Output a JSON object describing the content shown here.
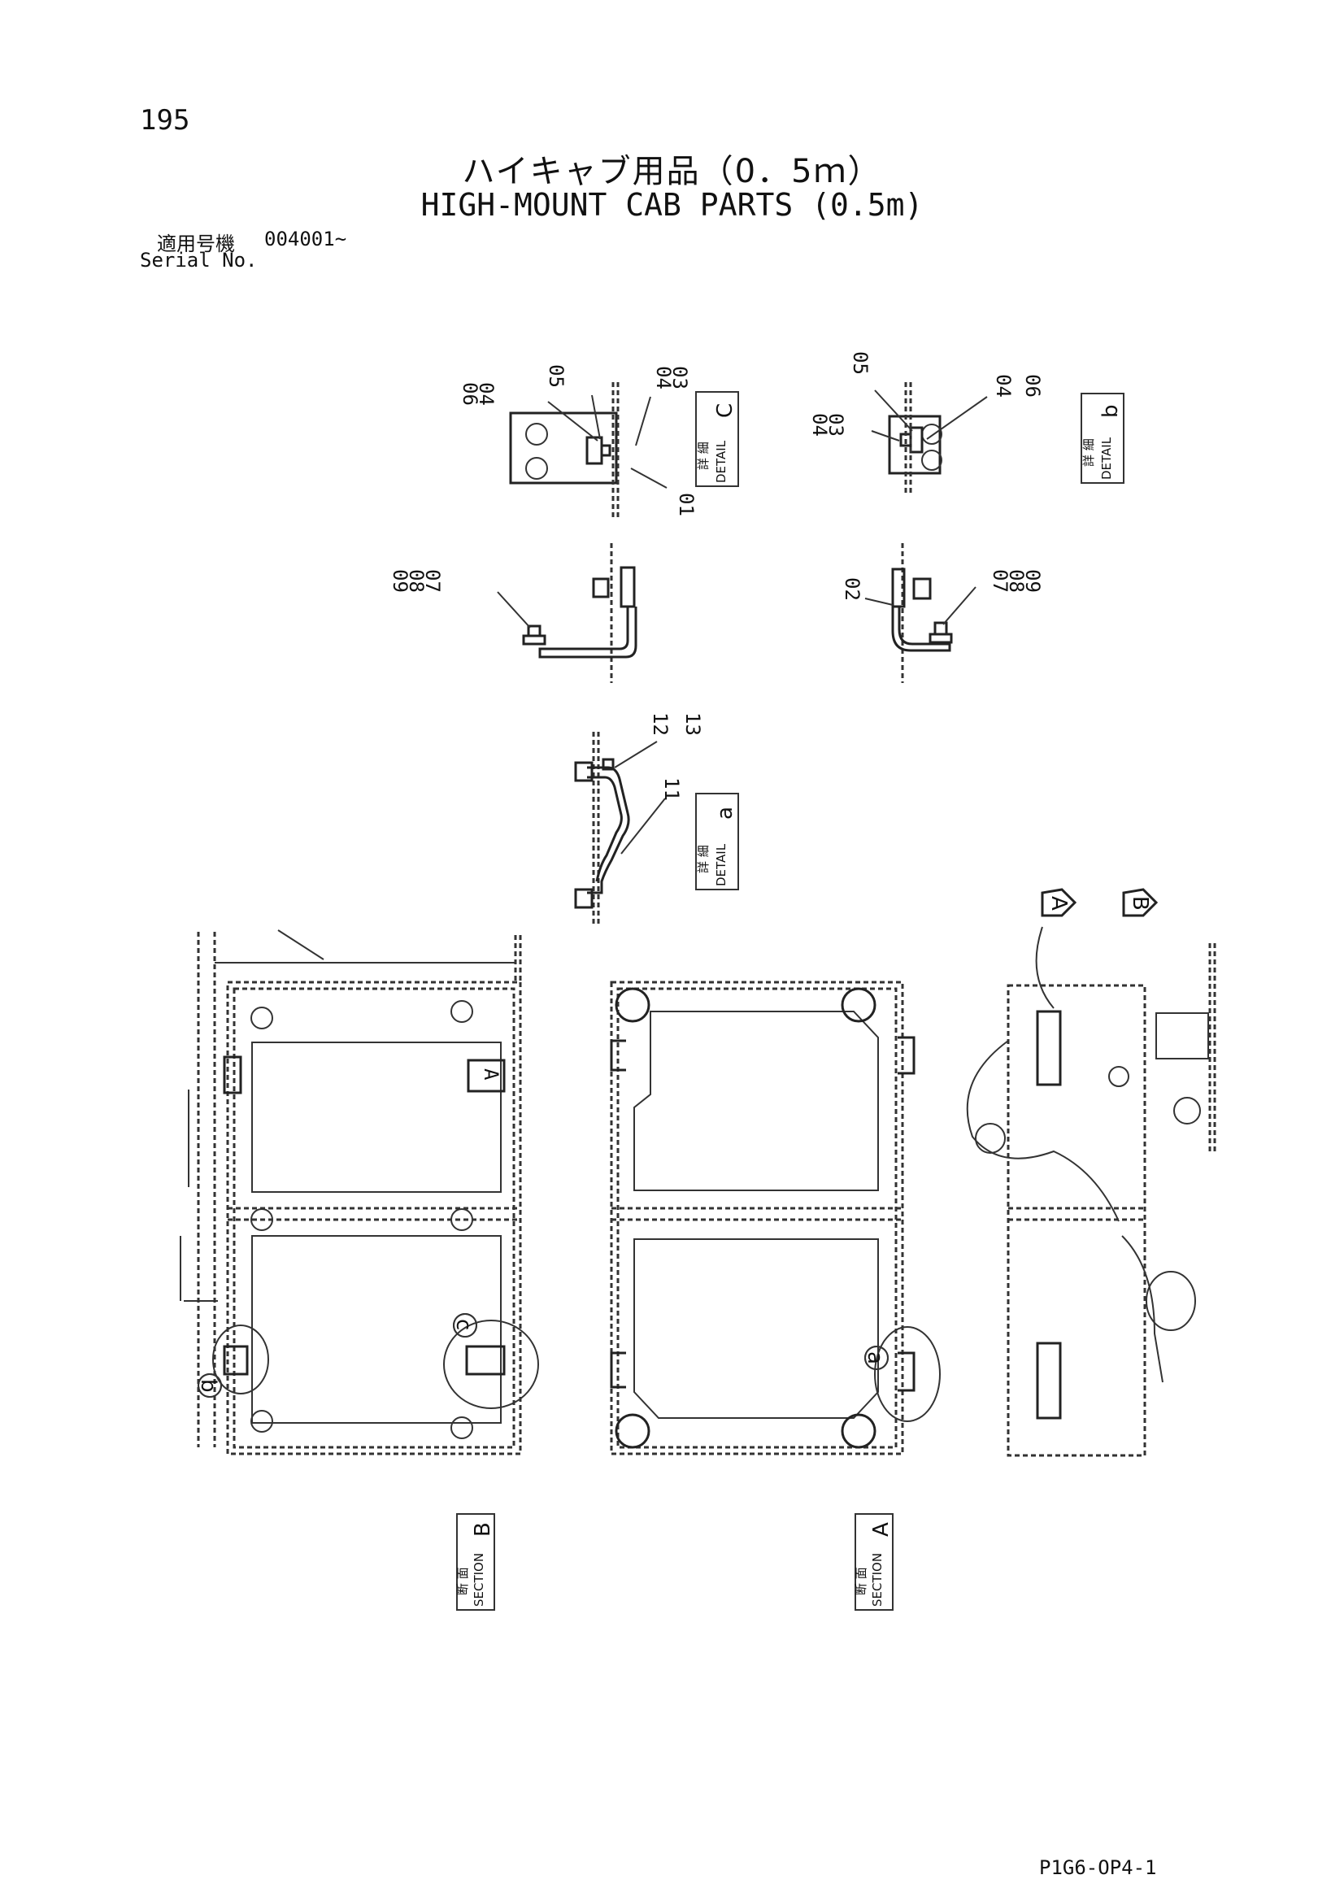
{
  "page_number": "195",
  "title_jp": "ハイキャブ用品（0．5ｍ）",
  "title_en": "HIGH-MOUNT CAB PARTS (0.5m)",
  "serial": {
    "label_jp": "適用号機",
    "value": "004001~",
    "label_en": "Serial No."
  },
  "footer_code": "P1G6-OP4-1",
  "detail_tags": {
    "c": {
      "jp": "詳 細",
      "en": "DETAIL",
      "letter": "C"
    },
    "b": {
      "jp": "詳 細",
      "en": "DETAIL",
      "letter": "b"
    },
    "a": {
      "jp": "詳 細",
      "en": "DETAIL",
      "letter": "a"
    }
  },
  "section_tags": {
    "b": {
      "jp": "断 面",
      "en": "SECTION",
      "letter": "B"
    },
    "a": {
      "jp": "断 面",
      "en": "SECTION",
      "letter": "A"
    }
  },
  "callouts": {
    "c": [
      "06",
      "04",
      "05",
      "04",
      "03",
      "01"
    ],
    "b": [
      "05",
      "04",
      "03",
      "04",
      "06"
    ],
    "lower_left": [
      "09",
      "08",
      "07"
    ],
    "lower_right": [
      "02",
      "07",
      "08",
      "09"
    ],
    "a": [
      "12",
      "13",
      "11"
    ]
  },
  "view_arrows": [
    "A",
    "B"
  ],
  "circle_refs": [
    "b",
    "c",
    "a"
  ],
  "frame_marks": [
    "A"
  ]
}
